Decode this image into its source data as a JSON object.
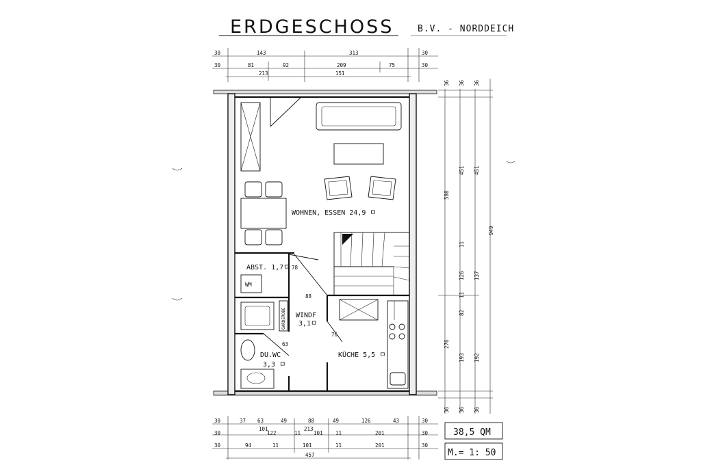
{
  "header": {
    "title": "ERDGESCHOSS",
    "project": "B.V. - NORDDEICH"
  },
  "rooms": {
    "wohnen": "WOHNEN, ESSEN 24,9 ㅁ",
    "abst": "ABST. 1,7ㅁ",
    "wm": "WM",
    "windf_name": "WINDF",
    "windf_area": "3,1ㅁ",
    "duwc_name": "DU.WC",
    "duwc_area": "3,3 ㅁ",
    "kueche": "KÜCHE 5,5 ㅁ",
    "garderobe": "GARDEROBE"
  },
  "dimensions": {
    "top": [
      "30",
      "143",
      "313",
      "30",
      "30",
      "81",
      "92",
      "209",
      "75",
      "30",
      "213",
      "151"
    ],
    "right": [
      "36",
      "36",
      "36",
      "451",
      "451",
      "588",
      "949",
      "11",
      "126",
      "137",
      "11",
      "82",
      "276",
      "193",
      "192",
      "36",
      "36",
      "36"
    ],
    "bottom": [
      "30",
      "37",
      "63",
      "49",
      "88",
      "49",
      "126",
      "43",
      "30",
      "101",
      "213",
      "30",
      "122",
      "11",
      "101",
      "11",
      "201",
      "30",
      "30",
      "94",
      "11",
      "101",
      "11",
      "201",
      "30",
      "457"
    ],
    "interior": [
      "78",
      "88",
      "63",
      "76"
    ]
  },
  "summary": {
    "area": "38,5 QM",
    "scale": "M.= 1: 50"
  }
}
